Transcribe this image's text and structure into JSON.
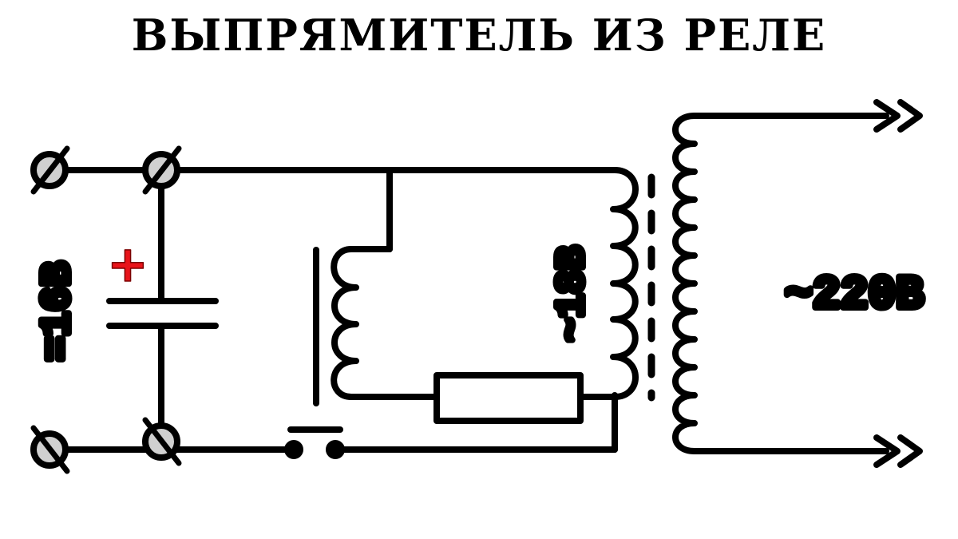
{
  "title": "ВЫПРЯМИТЕЛЬ ИЗ РЕЛЕ",
  "labels": {
    "dc_output": "=16В",
    "secondary_voltage": "~18В",
    "mains_voltage": "~220В",
    "capacitor_polarity": "+"
  },
  "components": {
    "terminals": [
      "output-plus-left",
      "output-plus-right",
      "output-minus-left",
      "output-minus-right"
    ],
    "capacitor": "electrolytic-capacitor",
    "relay_coil": "relay-coil",
    "relay_contact": "relay-switch-contact",
    "resistor": "series-resistor",
    "transformer": {
      "secondary": "secondary-winding",
      "core": "dashed-core",
      "primary": "primary-winding"
    },
    "mains_connectors": [
      "mains-plug-top",
      "mains-plug-bottom"
    ]
  },
  "colors": {
    "line": "#000000",
    "terminal_fill": "#d0d0d0",
    "polarity": "#e8141a"
  }
}
